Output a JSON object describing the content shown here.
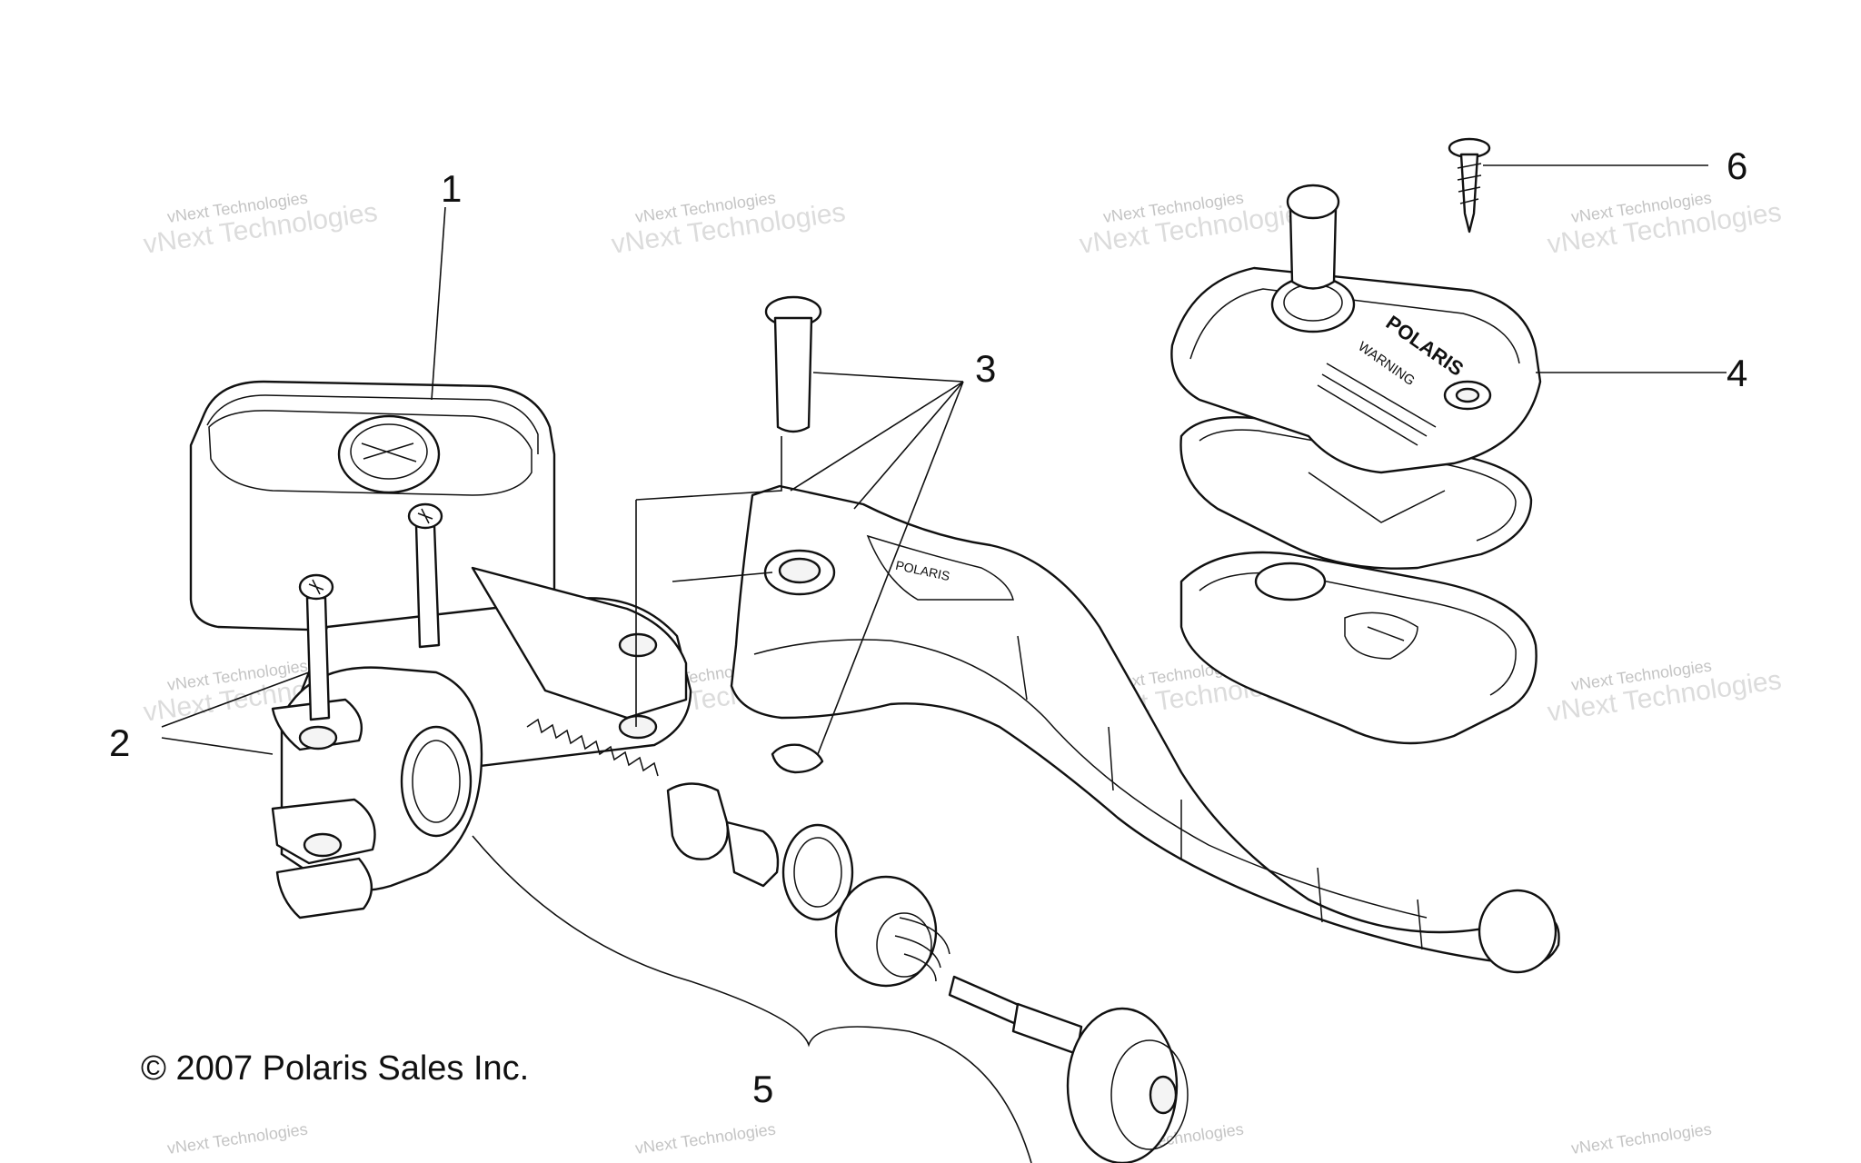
{
  "callouts": [
    {
      "label": "1"
    },
    {
      "label": "2"
    },
    {
      "label": "3"
    },
    {
      "label": "4"
    },
    {
      "label": "5"
    },
    {
      "label": "6"
    }
  ],
  "copyright": "© 2007 Polaris Sales Inc.",
  "watermark": {
    "line1": "vNext Technologies",
    "line2": "vNext Technologies"
  },
  "cover_brand": "POLARIS",
  "cover_warning": "WARNING",
  "colors": {
    "ink": "#111111",
    "watermark": "#c8c8c8",
    "background": "#ffffff"
  }
}
